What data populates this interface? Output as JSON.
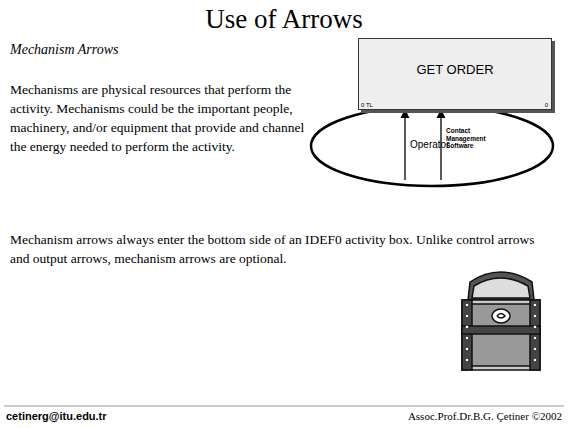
{
  "diagram": {
    "title": "Use of Arrows",
    "nodes": [
      {
        "text": [
          "GET ORDER",
          "0 TL",
          "0"
        ]
      }
    ],
    "labels": [
      "Mechanism Arrows",
      "Mechanisms are physical resources that perform the activity. Mechanisms could be the important people, machinery, and/or equipment that provide and channel the energy needed to perform the activity.",
      "Mechanism arrows always enter the bottom side of an IDEF0 activity box. Unlike control arrows and output arrows, mechanism arrows are optional.",
      "Operator",
      "Contact Management Software",
      "cetinerg@itu.edu.tr",
      "Assoc.Prof.Dr.B.G. Çetiner ©2002"
    ]
  }
}
